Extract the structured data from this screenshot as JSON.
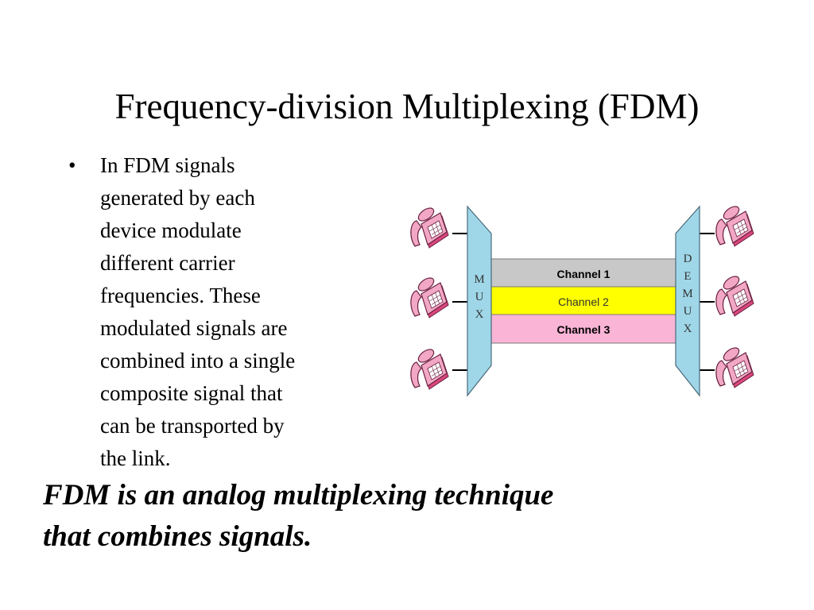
{
  "slide": {
    "title": "Frequency-division Multiplexing (FDM)",
    "bullet_symbol": "•",
    "bullet_text": "In FDM signals\ngenerated by each\ndevice modulate\ndifferent carrier\nfrequencies.  These\nmodulated signals are\ncombined into a single\ncomposite signal that\ncan be transported by\nthe link.",
    "summary": "FDM is an analog multiplexing technique\nthat combines signals."
  },
  "diagram": {
    "mux_letters": [
      "M",
      "U",
      "X"
    ],
    "demux_letters": [
      "D",
      "E",
      "M",
      "U",
      "X"
    ],
    "channels": [
      {
        "label": "Channel 1",
        "color": "#c8c8c8"
      },
      {
        "label": "Channel 2",
        "color": "#ffff00"
      },
      {
        "label": "Channel 3",
        "color": "#f9b4d6"
      }
    ],
    "mux_color": "#9fd7e8",
    "phone_body_color": "#f2a8c4",
    "phone_dark_color": "#d9467c"
  }
}
